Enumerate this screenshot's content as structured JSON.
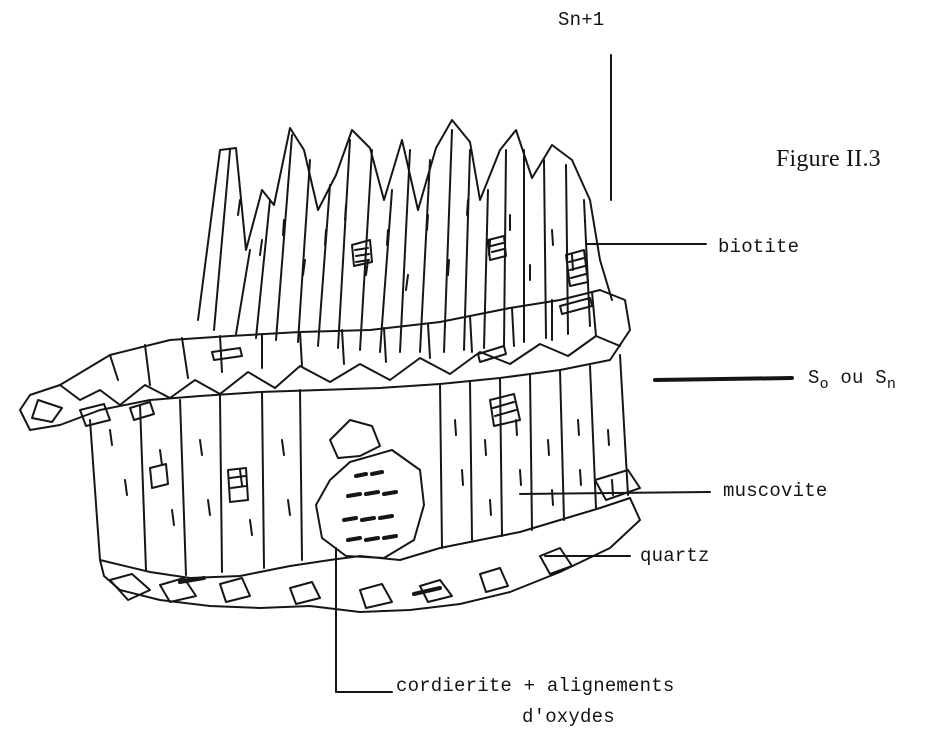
{
  "figure": {
    "title": "Figure II.3"
  },
  "labels": {
    "sn1": "Sn+1",
    "biotite": "biotite",
    "s0_main": "S",
    "s0_sub": "o",
    "s0_mid": " ou S",
    "s0_sub2": "n",
    "muscovite": "muscovite",
    "quartz": "quartz",
    "cordierite_line1": "cordierite + alignements",
    "cordierite_line2": "d'oxydes"
  },
  "colors": {
    "ink": "#141414",
    "paper": "#ffffff"
  }
}
